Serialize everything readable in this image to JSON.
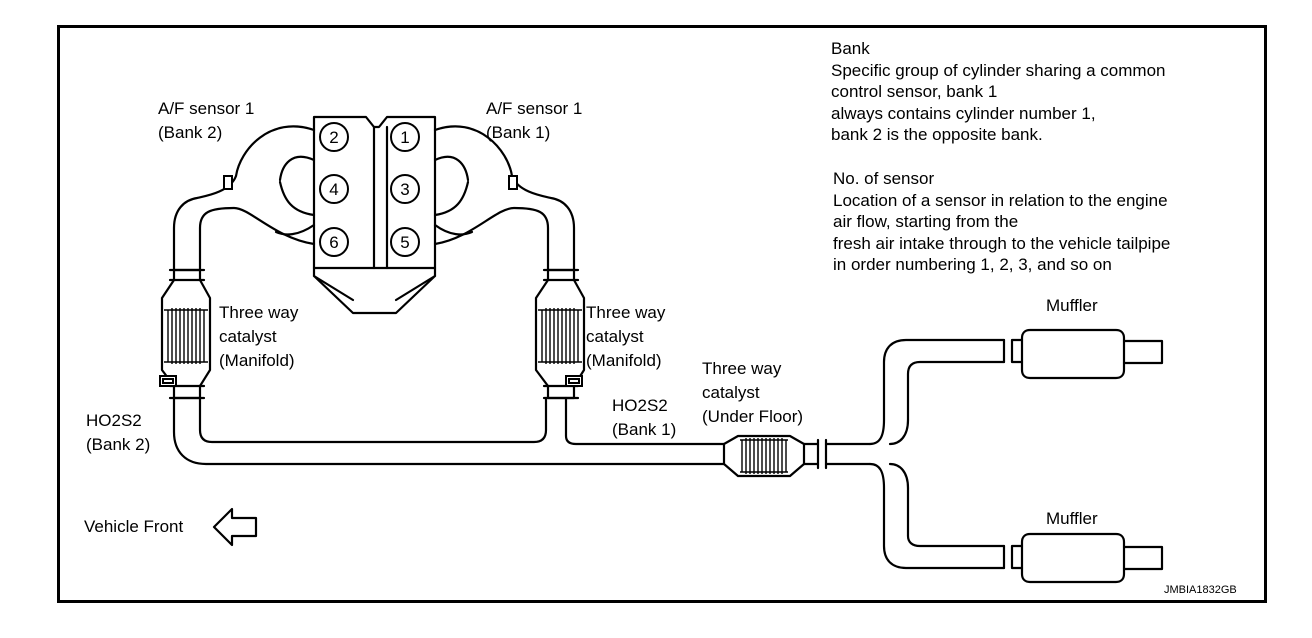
{
  "labels": {
    "af_sensor_bank2": [
      "A/F sensor 1",
      "(Bank 2)"
    ],
    "af_sensor_bank1": [
      "A/F sensor 1",
      "(Bank 1)"
    ],
    "catalyst_left": [
      "Three way",
      "catalyst",
      "(Manifold)"
    ],
    "catalyst_right": [
      "Three way",
      "catalyst",
      "(Manifold)"
    ],
    "catalyst_underfloor": [
      "Three way",
      "catalyst",
      "(Under Floor)"
    ],
    "ho2s2_bank2": [
      "HO2S2",
      "(Bank 2)"
    ],
    "ho2s2_bank1": [
      "HO2S2",
      "(Bank 1)"
    ],
    "muffler_top": "Muffler",
    "muffler_bottom": "Muffler",
    "vehicle_front": "Vehicle Front",
    "image_code": "JMBIA1832GB"
  },
  "cylinders": [
    "1",
    "2",
    "3",
    "4",
    "5",
    "6"
  ],
  "legend": {
    "bank": {
      "title": "Bank",
      "lines": [
        "Specific group of cylinder sharing a common",
        "control sensor, bank 1",
        "always contains cylinder number 1,",
        "bank 2 is the opposite bank."
      ]
    },
    "sensor": {
      "title": "No. of sensor",
      "lines": [
        "Location of a sensor in relation to the engine",
        "air flow, starting from the",
        "fresh air intake through to the vehicle tailpipe",
        "in order numbering 1, 2, 3, and so on"
      ]
    }
  }
}
